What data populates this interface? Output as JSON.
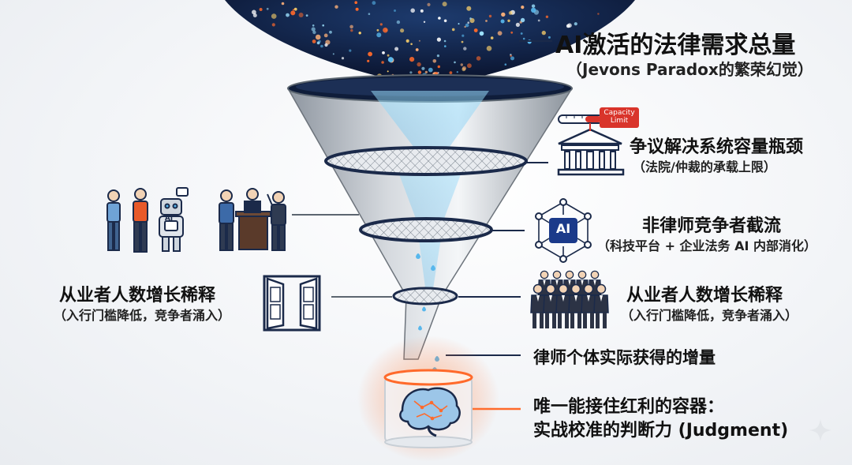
{
  "title": {
    "main": "AI激活的法律需求总量",
    "sub": "（Jevons Paradox的繁荣幻觉）"
  },
  "filters": [
    {
      "title": "争议解决系统容量瓶颈",
      "sub": "（法院/仲裁的承载上限）",
      "badge": "Capacity Limit"
    },
    {
      "title": "非律师竞争者截流",
      "sub": "（科技平台 + 企业法务 AI 内部消化）",
      "badge": "AI"
    },
    {
      "title": "从业者人数增长稀释",
      "sub": "（入行门槛降低，竞争者涌入）"
    }
  ],
  "left_label": {
    "title": "从业者人数增长稀释",
    "sub": "（入行门槛降低，竞争者涌入）",
    "robot_badge": "AI"
  },
  "outputs": [
    {
      "text": "律师个体实际获得的增量"
    },
    {
      "line1": "唯一能接住红利的容器：",
      "line2": "实战校准的判断力 (Judgment)"
    }
  ],
  "colors": {
    "navy": "#1b2a4a",
    "funnel": "#9aa3ad",
    "blue_drop": "#58b7ec",
    "orange_accent": "#ff6a2b",
    "red_badge": "#d9342b"
  }
}
